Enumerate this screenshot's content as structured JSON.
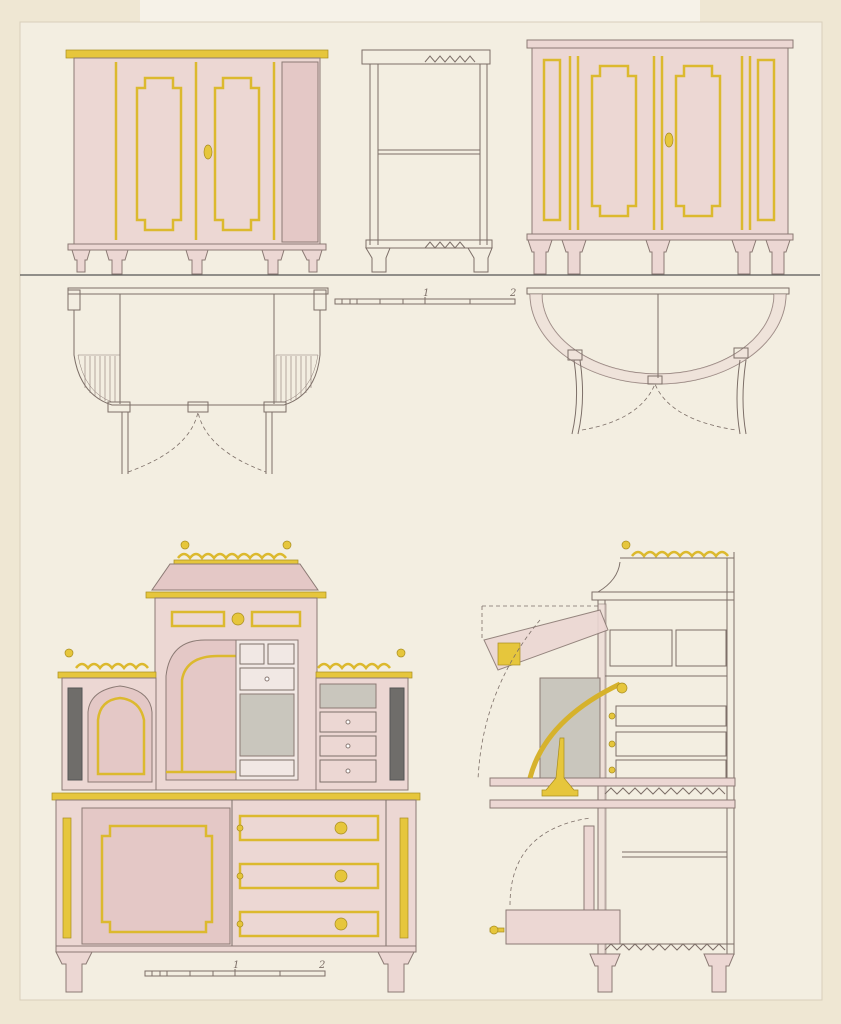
{
  "drawing": {
    "top_scale_bar": {
      "mark_1": "1",
      "mark_2": "2"
    },
    "bottom_scale_bar": {
      "mark_1": "1",
      "mark_2": "2"
    }
  },
  "colors": {
    "paper": "#f3eee1",
    "pink_wash": "#ecd7d3",
    "gold_wash": "#e6c63c",
    "ink": "#7d6f68"
  }
}
